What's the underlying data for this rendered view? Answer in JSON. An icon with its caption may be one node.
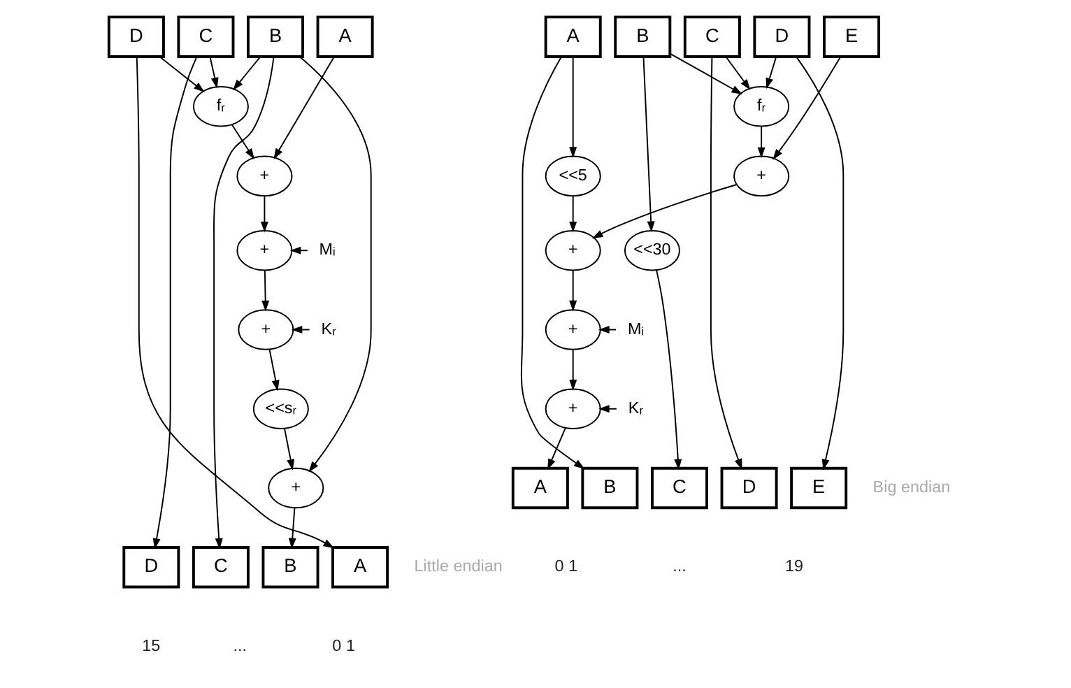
{
  "diagram": {
    "nodes": [
      {
        "text": [
          "D"
        ]
      },
      {
        "text": [
          "C"
        ]
      },
      {
        "text": [
          "B"
        ]
      },
      {
        "text": [
          "A"
        ]
      },
      {
        "text": [
          "fᵣ"
        ]
      },
      {
        "text": [
          "+"
        ]
      },
      {
        "text": [
          "+"
        ]
      },
      {
        "text": [
          "+"
        ]
      },
      {
        "text": [
          "<<sᵣ"
        ]
      },
      {
        "text": [
          "+"
        ]
      },
      {
        "text": [
          "D"
        ]
      },
      {
        "text": [
          "C"
        ]
      },
      {
        "text": [
          "B"
        ]
      },
      {
        "text": [
          "A"
        ]
      },
      {
        "text": [
          "Mᵢ"
        ]
      },
      {
        "text": [
          "Kᵣ"
        ]
      },
      {
        "text": [
          "A"
        ]
      },
      {
        "text": [
          "B"
        ]
      },
      {
        "text": [
          "C"
        ]
      },
      {
        "text": [
          "D"
        ]
      },
      {
        "text": [
          "E"
        ]
      },
      {
        "text": [
          "fᵣ"
        ]
      },
      {
        "text": [
          "+"
        ]
      },
      {
        "text": [
          "<<5"
        ]
      },
      {
        "text": [
          "+"
        ]
      },
      {
        "text": [
          "+"
        ]
      },
      {
        "text": [
          "<<30"
        ]
      },
      {
        "text": [
          "+"
        ]
      },
      {
        "text": [
          "A"
        ]
      },
      {
        "text": [
          "B"
        ]
      },
      {
        "text": [
          "C"
        ]
      },
      {
        "text": [
          "D"
        ]
      },
      {
        "text": [
          "E"
        ]
      },
      {
        "text": [
          "Mᵢ"
        ]
      },
      {
        "text": [
          "Kᵣ"
        ]
      }
    ],
    "edges": [
      {
        "from": 0,
        "to": 4,
        "arrow": "to"
      },
      {
        "from": 1,
        "to": 4,
        "arrow": "to"
      },
      {
        "from": 2,
        "to": 4,
        "arrow": "to"
      },
      {
        "from": 3,
        "to": 5,
        "arrow": "to"
      },
      {
        "from": 4,
        "to": 5,
        "arrow": "to"
      },
      {
        "from": 5,
        "to": 6,
        "arrow": "to"
      },
      {
        "from": 14,
        "to": 6,
        "arrow": "to"
      },
      {
        "from": 6,
        "to": 7,
        "arrow": "to"
      },
      {
        "from": 15,
        "to": 7,
        "arrow": "to"
      },
      {
        "from": 7,
        "to": 8,
        "arrow": "to"
      },
      {
        "from": 8,
        "to": 9,
        "arrow": "to"
      },
      {
        "from": 2,
        "to": 9,
        "arrow": "to"
      },
      {
        "from": 0,
        "to": 13,
        "arrow": "to"
      },
      {
        "from": 1,
        "to": 10,
        "arrow": "to"
      },
      {
        "from": 2,
        "to": 11,
        "arrow": "to"
      },
      {
        "from": 9,
        "to": 12,
        "arrow": "to"
      },
      {
        "from": 17,
        "to": 21,
        "arrow": "to"
      },
      {
        "from": 18,
        "to": 21,
        "arrow": "to"
      },
      {
        "from": 19,
        "to": 21,
        "arrow": "to"
      },
      {
        "from": 20,
        "to": 22,
        "arrow": "to"
      },
      {
        "from": 21,
        "to": 22,
        "arrow": "to"
      },
      {
        "from": 16,
        "to": 23,
        "arrow": "to"
      },
      {
        "from": 23,
        "to": 24,
        "arrow": "to"
      },
      {
        "from": 22,
        "to": 24,
        "arrow": "to"
      },
      {
        "from": 24,
        "to": 25,
        "arrow": "to"
      },
      {
        "from": 33,
        "to": 25,
        "arrow": "to"
      },
      {
        "from": 25,
        "to": 27,
        "arrow": "to"
      },
      {
        "from": 34,
        "to": 27,
        "arrow": "to"
      },
      {
        "from": 17,
        "to": 26,
        "arrow": "to"
      },
      {
        "from": 16,
        "to": 29,
        "arrow": "to"
      },
      {
        "from": 26,
        "to": 30,
        "arrow": "to"
      },
      {
        "from": 18,
        "to": 31,
        "arrow": "to"
      },
      {
        "from": 19,
        "to": 32,
        "arrow": "to"
      },
      {
        "from": 27,
        "to": 28,
        "arrow": "to"
      }
    ],
    "labels": [
      "Little endian",
      "15",
      "...",
      "0 1",
      "Big endian",
      "0 1",
      "...",
      "19"
    ]
  }
}
